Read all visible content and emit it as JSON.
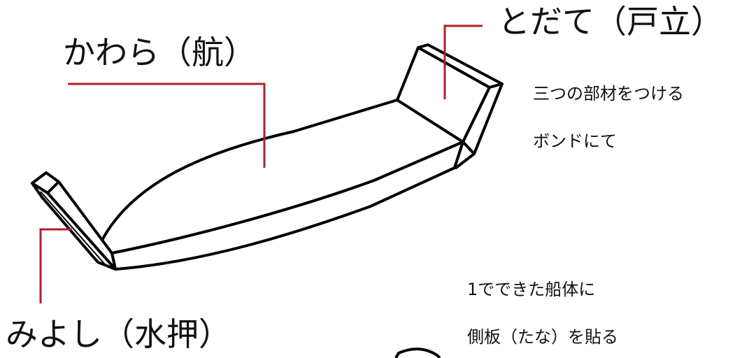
{
  "labels": {
    "kawara": "かわら（航）",
    "todate": "とだて（戸立）",
    "miyoshi": "みよし（水押）"
  },
  "notes": {
    "line1": "三つの部材をつける",
    "line2": "ボンドにて",
    "line3": "1でできた船体に",
    "line4": "側板（たな）を貼る"
  },
  "colors": {
    "leader_line": "#b0202a",
    "outline": "#000000"
  }
}
